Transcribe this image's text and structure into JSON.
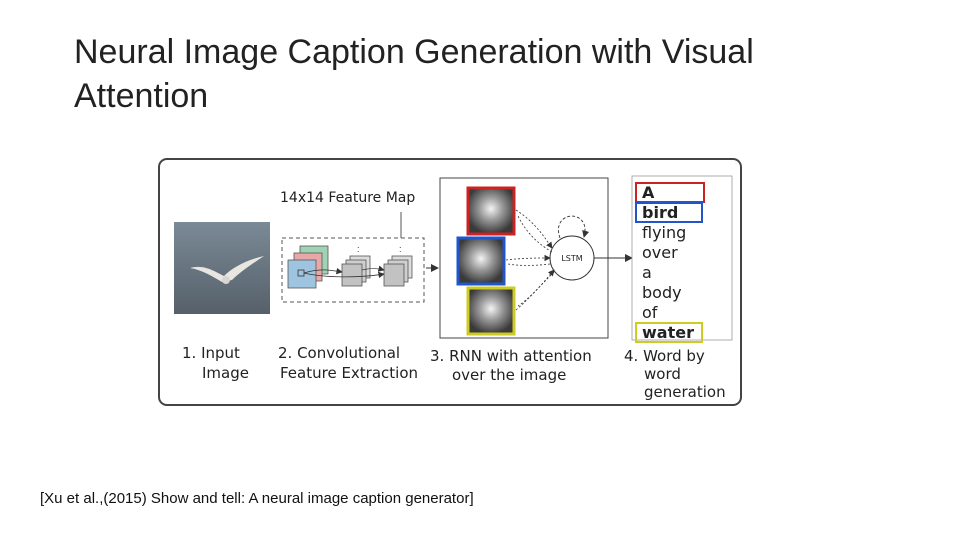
{
  "slide": {
    "title": "Neural Image Caption Generation with Visual Attention",
    "citation": "[Xu et al.,(2015) Show and tell: A neural image caption generator]"
  },
  "figure": {
    "feature_map_label": "14x14 Feature Map",
    "lstm_label": "LSTM",
    "steps": {
      "s1_line1": "1. Input",
      "s1_line2": "Image",
      "s2_line1": "2. Convolutional",
      "s2_line2": "Feature Extraction",
      "s3_line1": "3. RNN with attention",
      "s3_line2": "over the image",
      "s4_line1": "4. Word by",
      "s4_line2": "word",
      "s4_line3": "generation"
    },
    "caption_words": [
      "A",
      "bird",
      "flying",
      "over",
      "a",
      "body",
      "of",
      "water"
    ],
    "highlight_colors": {
      "A": "#cc2222",
      "bird": "#2255cc",
      "water": "#cccc22"
    }
  }
}
